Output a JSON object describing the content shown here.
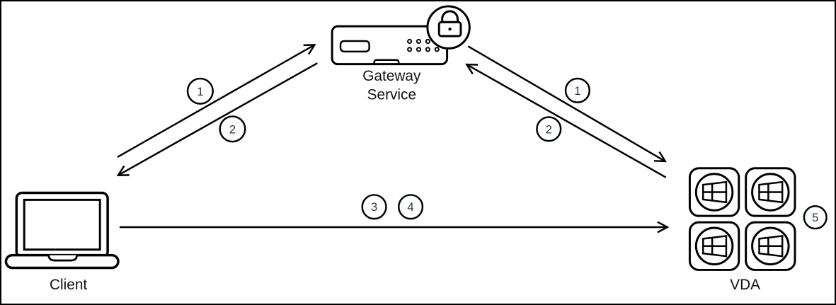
{
  "nodes": {
    "client": {
      "label": "Client",
      "icon": "laptop-icon"
    },
    "gateway": {
      "label_line1": "Gateway",
      "label_line2": "Service",
      "icon": "network-appliance-icon",
      "badge_icon": "lock-icon"
    },
    "vda": {
      "label": "VDA",
      "icon": "windows-tile-icon",
      "tile_count": 4
    }
  },
  "steps": {
    "client_to_gateway": "1",
    "gateway_to_client": "2",
    "gateway_to_vda": "1",
    "vda_to_gateway": "2",
    "direct_step_3": "3",
    "direct_step_4": "4",
    "vda_step_5": "5"
  },
  "colors": {
    "line": "#000000",
    "step_number": "#203864",
    "label_text": "#111111",
    "background": "#ffffff"
  }
}
